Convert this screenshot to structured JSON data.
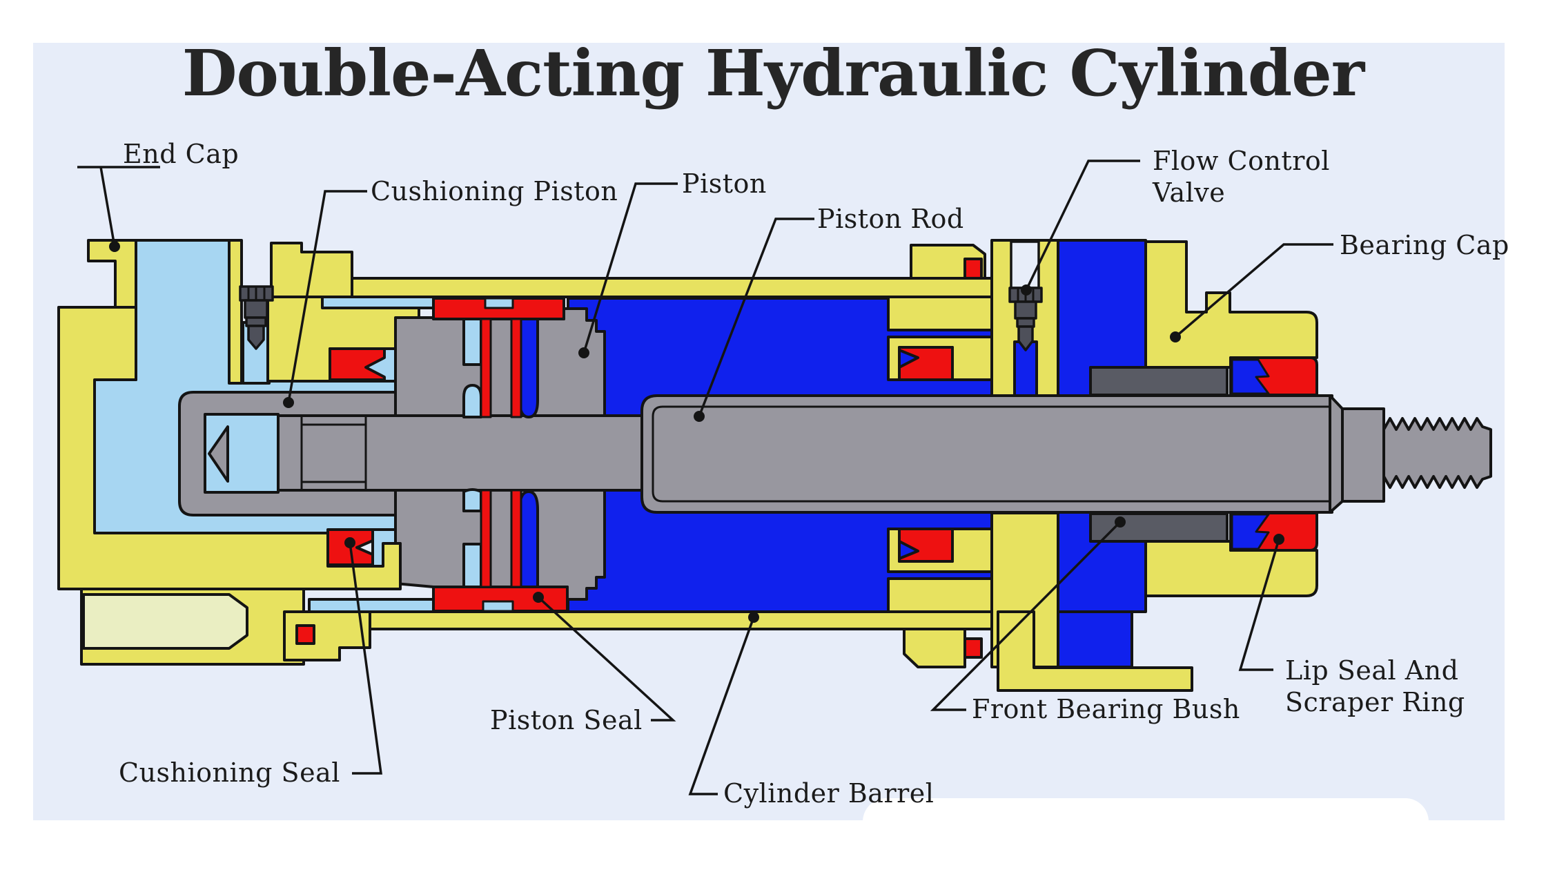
{
  "title": "Double-Acting Hydraulic Cylinder",
  "labels": {
    "end_cap": "End Cap",
    "cushioning_piston": "Cushioning Piston",
    "piston": "Piston",
    "piston_rod": "Piston Rod",
    "flow_control_valve": {
      "line1": "Flow Control",
      "line2": "Valve"
    },
    "bearing_cap": "Bearing Cap",
    "lip_seal_scraper": {
      "line1": "Lip Seal And",
      "line2": "Scraper Ring"
    },
    "front_bearing_bush": "Front Bearing Bush",
    "cylinder_barrel": "Cylinder Barrel",
    "piston_seal": "Piston Seal",
    "cushioning_seal": "Cushioning Seal"
  },
  "colors": {
    "panel": "#e7edf9",
    "yellow": "#e7e260",
    "light_yellow": "#eaeec2",
    "light_blue": "#a7d6f2",
    "blue": "#1021ed",
    "red": "#ee1111",
    "gray": "#98979f",
    "dark_gray": "#595b64",
    "valve_gray": "#4e505a",
    "outline": "#141414",
    "text": "#1b1b1b"
  }
}
